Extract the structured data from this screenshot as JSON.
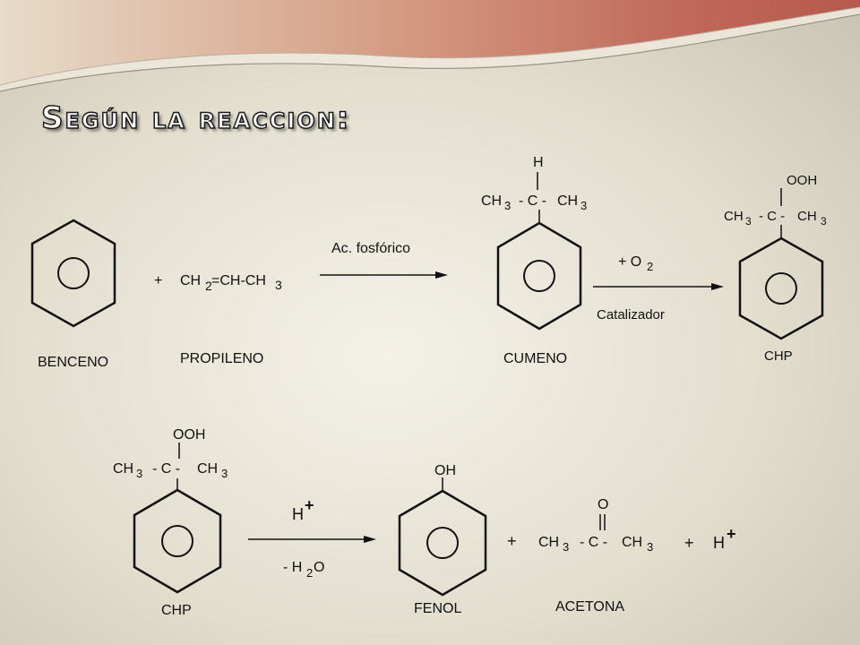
{
  "slide": {
    "title": "Según la reaccion:"
  },
  "reaction1": {
    "benzene_label": "BENCENO",
    "plus": "+",
    "propylene": {
      "ch": "CH",
      "sub": "2",
      "rest": "=CH-CH",
      "sub2": "3"
    },
    "propylene_label": "PROPILENO",
    "arrow1_label": "Ac. fosfórico",
    "cumene": {
      "top": "H",
      "ch3_left": "CH",
      "sub": "3",
      "mid": "- C -",
      "ch3_right": "CH",
      "sub_right": "3"
    },
    "cumene_label": "CUMENO",
    "arrow2_above": "+ O",
    "arrow2_above_sub": "2",
    "arrow2_below": "Catalizador",
    "chp": {
      "top": "OOH",
      "ch3_left": "CH",
      "sub": "3",
      "mid": "- C -",
      "ch3_right": "CH",
      "sub_right": "3"
    },
    "chp_label": "CHP"
  },
  "reaction2": {
    "chp": {
      "top": "OOH",
      "ch3_left": "CH",
      "sub": "3",
      "mid": "- C -",
      "ch3_right": "CH",
      "sub_right": "3"
    },
    "chp_label": "CHP",
    "arrow_above": "H",
    "arrow_above_sup": "+",
    "arrow_below": "- H",
    "arrow_below_sub": "2",
    "arrow_below_rest": "O",
    "phenol_top": "OH",
    "phenol_label": "FENOL",
    "plus1": "+",
    "acetone": {
      "top": "O",
      "ch3_left": "CH",
      "sub": "3",
      "mid": "- C -",
      "ch3_right": "CH",
      "sub_right": "3"
    },
    "acetone_label": "ACETONA",
    "plus2": "+",
    "proton": "H",
    "proton_sup": "+"
  },
  "colors": {
    "top_band": "#c0685a",
    "background": "#e8e4d8"
  }
}
